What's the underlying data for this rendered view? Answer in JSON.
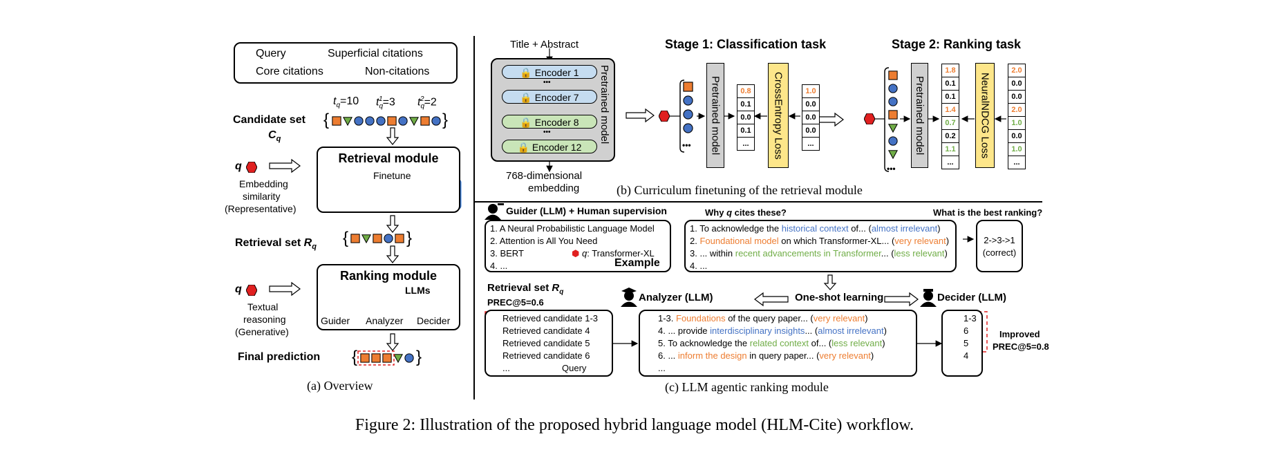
{
  "legend": {
    "query": "Query",
    "superficial": "Superficial citations",
    "core": "Core citations",
    "non": "Non-citations"
  },
  "overview": {
    "tq": "t",
    "tq_eq": "=10",
    "tq1_eq": "=3",
    "tq2_eq": "=2",
    "candidate_set": "Candidate set",
    "candidate_sym": "C",
    "candidate_sub": "q",
    "retrieval_module": "Retrieval module",
    "finetune": "Finetune",
    "q": "q",
    "embedding": "Embedding",
    "similarity": "similarity",
    "representative": "(Representative)",
    "retrieval_set": "Retrieval set",
    "retrieval_sym": "R",
    "retrieval_sub": "q",
    "ranking_module": "Ranking module",
    "llms": "LLMs",
    "guider": "Guider",
    "analyzer": "Analyzer",
    "decider": "Decider",
    "textual": "Textual",
    "reasoning": "reasoning",
    "generative": "(Generative)",
    "final": "Final prediction",
    "caption": "(a) Overview"
  },
  "finetune": {
    "title_abstract": "Title + Abstract",
    "encoders": [
      "Encoder 1",
      "Encoder 7",
      "Encoder 8",
      "Encoder 12"
    ],
    "dots": "•••",
    "pretrained": "Pretrained model",
    "emb1": "768-dimensional",
    "emb2": "embedding",
    "stage1": "Stage 1: Classification task",
    "stage2": "Stage 2: Ranking task",
    "ce_loss": "CrossEntropy Loss",
    "ndcg_loss": "NeuralNDCG Loss",
    "s1_pred": [
      "0.8",
      "0.1",
      "0.0",
      "0.1",
      "..."
    ],
    "s1_gt": [
      "1.0",
      "0.0",
      "0.0",
      "0.0",
      "..."
    ],
    "s2_pred": [
      "1.8",
      "0.1",
      "0.1",
      "1.4",
      "0.7",
      "0.2",
      "1.1",
      "..."
    ],
    "s2_gt": [
      "2.0",
      "0.0",
      "0.0",
      "2.0",
      "1.0",
      "0.0",
      "1.0",
      "..."
    ],
    "caption": "(b) Curriculum finetuning of the retrieval module"
  },
  "agentic": {
    "guider_title": "Guider (LLM) + Human supervision",
    "why": "Why",
    "why_q": "q",
    "why_rest": "cites these?",
    "best": "What is the best ranking?",
    "example_list": [
      "1. A Neural Probabilistic Language Model",
      "2. Attention is All You Need",
      "3. BERT",
      "4. ..."
    ],
    "q_label": "q",
    "q_paper": ": Transformer-XL",
    "example": "Example",
    "reason1_a": "1. To acknowledge the ",
    "reason1_b": "historical context",
    "reason1_c": " of... (",
    "reason1_d": "almost irrelevant",
    "reason1_e": ")",
    "reason2_a": "2. ",
    "reason2_b": "Foundational model",
    "reason2_c": " on which Transformer-XL... (",
    "reason2_d": "very relevant",
    "reason2_e": ")",
    "reason3_a": "3. ... within ",
    "reason3_b": "recent advancements in Transformer",
    "reason3_c": "... (",
    "reason3_d": "less relevant",
    "reason3_e": ")",
    "reason4": "4. ...",
    "correct1": "2->3->1",
    "correct2": "(correct)",
    "retrieval_title": "Retrieval set",
    "rsym": "R",
    "rsub": "q",
    "prec_before": "PREC@5=0.6",
    "candidates": [
      "Retrieved candidate 1-3",
      "Retrieved candidate 4",
      "Retrieved candidate 5",
      "Retrieved candidate 6",
      "..."
    ],
    "query": "Query",
    "analyzer": "Analyzer (LLM)",
    "oneshot": "One-shot learning",
    "decider": "Decider (LLM)",
    "an1_a": "1-3. ",
    "an1_b": "Foundations",
    "an1_c": " of the query paper... (",
    "an1_d": "very relevant",
    "an1_e": ")",
    "an2_a": "4. ... provide ",
    "an2_b": "interdisciplinary insights",
    "an2_c": "... (",
    "an2_d": "almost irrelevant",
    "an2_e": ")",
    "an3_a": "5. To acknowledge the ",
    "an3_b": "related context",
    "an3_c": " of... (",
    "an3_d": "less relevant",
    "an3_e": ")",
    "an4_a": "6. ... ",
    "an4_b": "inform the design",
    "an4_c": " in query paper... (",
    "an4_d": "very relevant",
    "an4_e": ")",
    "an5": "...",
    "dec": [
      "1-3",
      "6",
      "5",
      "4"
    ],
    "improved": "Improved",
    "prec_after": "PREC@5=0.8",
    "caption": "(c) LLM agentic ranking module"
  },
  "figure_caption": "Figure 2: Illustration of the proposed hybrid language model (HLM-Cite) workflow.",
  "colors": {
    "query": "#e02020",
    "core": "#ed7d31",
    "superficial": "#70ad47",
    "non": "#4472c4",
    "encoder_blue": "#c5dcf0",
    "encoder_green": "#c9e5b8",
    "loss_yellow": "#fde68a",
    "gray_panel": "#d0d0d0"
  }
}
